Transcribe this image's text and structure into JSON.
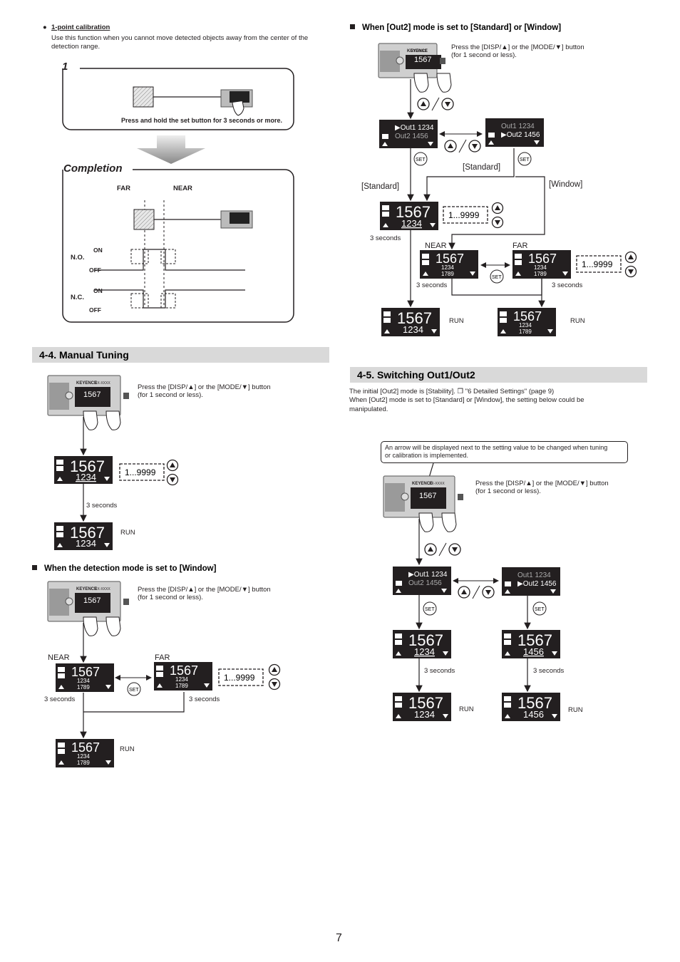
{
  "cal": {
    "title": "1-point calibration",
    "desc1": "Use this function when you cannot move detected objects away from the center of the",
    "desc2": "detection range.",
    "step": "1",
    "step_note": "Press and hold the set button for 3 seconds or more.",
    "completion": "Completion",
    "far": "FAR",
    "near": "NEAR",
    "no": "N.O.",
    "nc": "N.C.",
    "on": "ON",
    "off": "OFF"
  },
  "s44": {
    "title": "4-4. Manual Tuning",
    "press": "Press the [DISP/▲] or the [MODE/▼] button",
    "press2": "(for 1 second or less).",
    "range": "1...9999",
    "secs": "3 seconds",
    "run": "RUN",
    "window_head": "When the detection mode is set to [Window]",
    "near": "NEAR",
    "far": "FAR"
  },
  "out2win": {
    "head": "When [Out2] mode is set to [Standard] or [Window]",
    "press": "Press the [DISP/▲] or the [MODE/▼] button",
    "press2": "(for 1 second or less).",
    "out1": "Out1 1234",
    "out2": "Out2 1456",
    "standard": "[Standard]",
    "window": "[Window]",
    "range": "1...9999",
    "secs": "3 seconds",
    "near": "NEAR",
    "far": "FAR",
    "run": "RUN"
  },
  "s45": {
    "title": "4-5. Switching Out1/Out2",
    "line1": "The initial [Out2] mode is [Stability].  ❒ \"6 Detailed Settings\" (page 9)",
    "line2": "When [Out2] mode is set to [Standard] or [Window], the setting below could be",
    "line3": "manipulated.",
    "callout1": "An arrow will be displayed next to the setting value to be changed when tuning",
    "callout2": "or calibration is implemented.",
    "press": "Press the [DISP/▲] or the [MODE/▼] button",
    "press2": "(for 1 second or less).",
    "secs": "3 seconds",
    "run": "RUN"
  },
  "display": {
    "main": "1567",
    "sub": "1234",
    "sub2": "1456",
    "sub3": "1789",
    "set": "SET",
    "brand": "KEYENCE",
    "model": "XX-XXXX",
    "disp": "DISP",
    "mode": "MODE"
  },
  "page_number": "7"
}
